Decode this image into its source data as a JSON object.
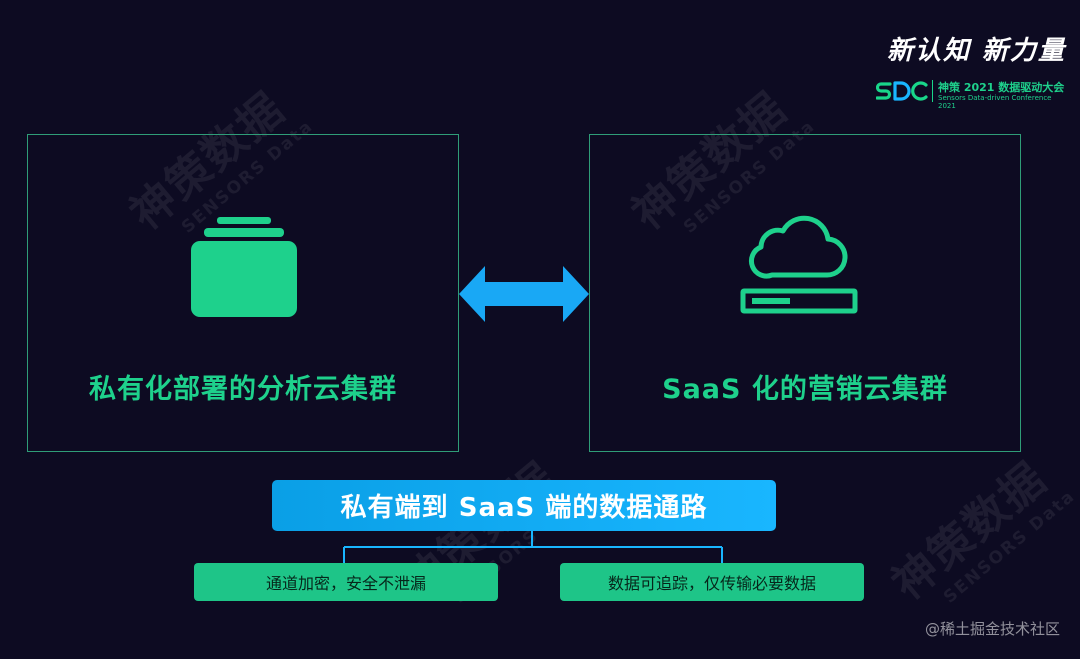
{
  "slogan": "新认知 新力量",
  "conference": {
    "logo_text": "SDC",
    "name": "神策 2021 数据驱动大会",
    "subtitle": "Sensors Data-driven Conference 2021"
  },
  "watermark": {
    "brand": "神策数据",
    "brand_en": "SENSORS Data"
  },
  "panels": {
    "left": {
      "title": "私有化部署的分析云集群",
      "icon": "folder-icon"
    },
    "right": {
      "title": "SaaS 化的营销云集群",
      "icon": "cloud-server-icon"
    }
  },
  "connection": {
    "icon": "double-arrow-icon"
  },
  "data_channel": {
    "title": "私有端到 SaaS 端的数据通路",
    "features": [
      "通道加密，安全不泄漏",
      "数据可追踪，仅传输必要数据"
    ]
  },
  "credit": "@稀土掘金技术社区",
  "colors": {
    "background": "#0d0b22",
    "accent_green": "#1ed18c",
    "accent_blue": "#19b6ff"
  }
}
